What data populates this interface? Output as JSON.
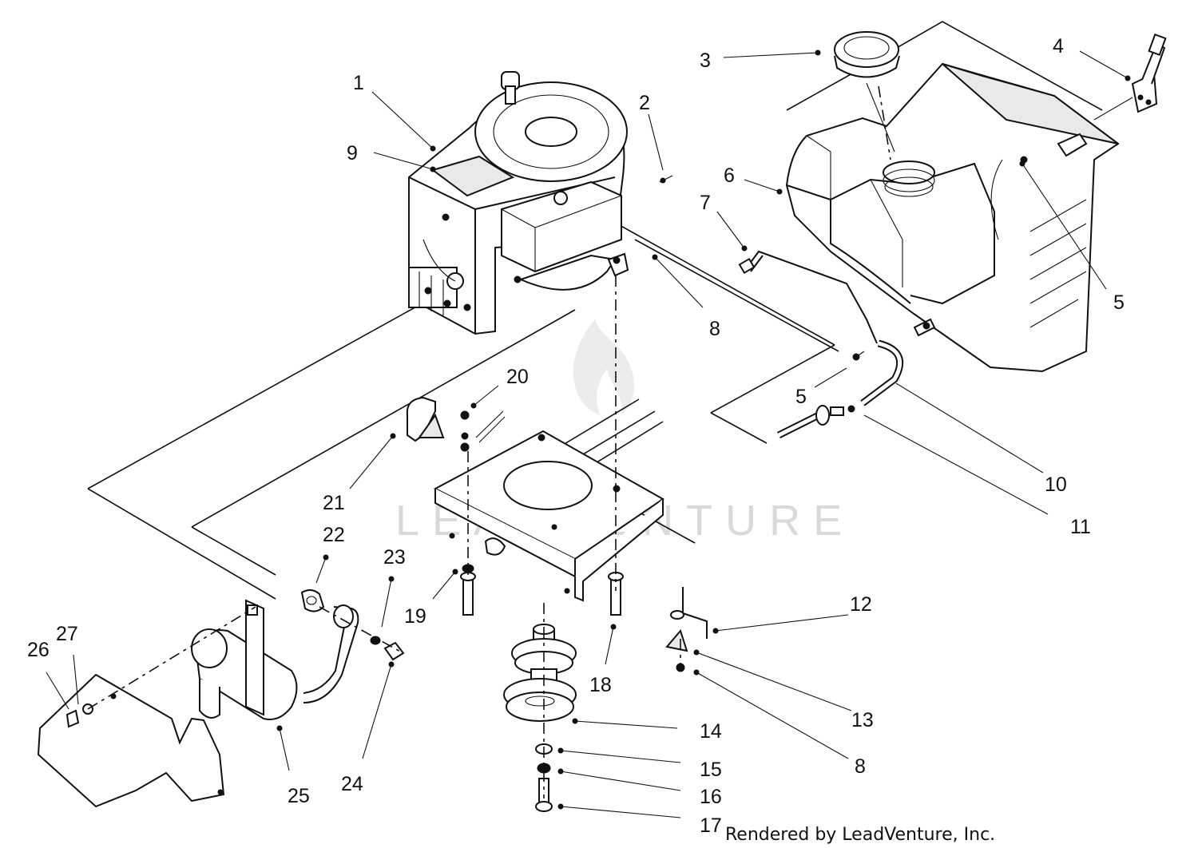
{
  "watermark": "LEADVENTURE",
  "credit": "Rendered by LeadVenture, Inc.",
  "callouts": [
    "1",
    "2",
    "3",
    "4",
    "5",
    "5",
    "6",
    "7",
    "8",
    "8",
    "9",
    "10",
    "11",
    "12",
    "13",
    "14",
    "15",
    "16",
    "17",
    "18",
    "19",
    "20",
    "21",
    "22",
    "23",
    "24",
    "25",
    "26",
    "27"
  ]
}
